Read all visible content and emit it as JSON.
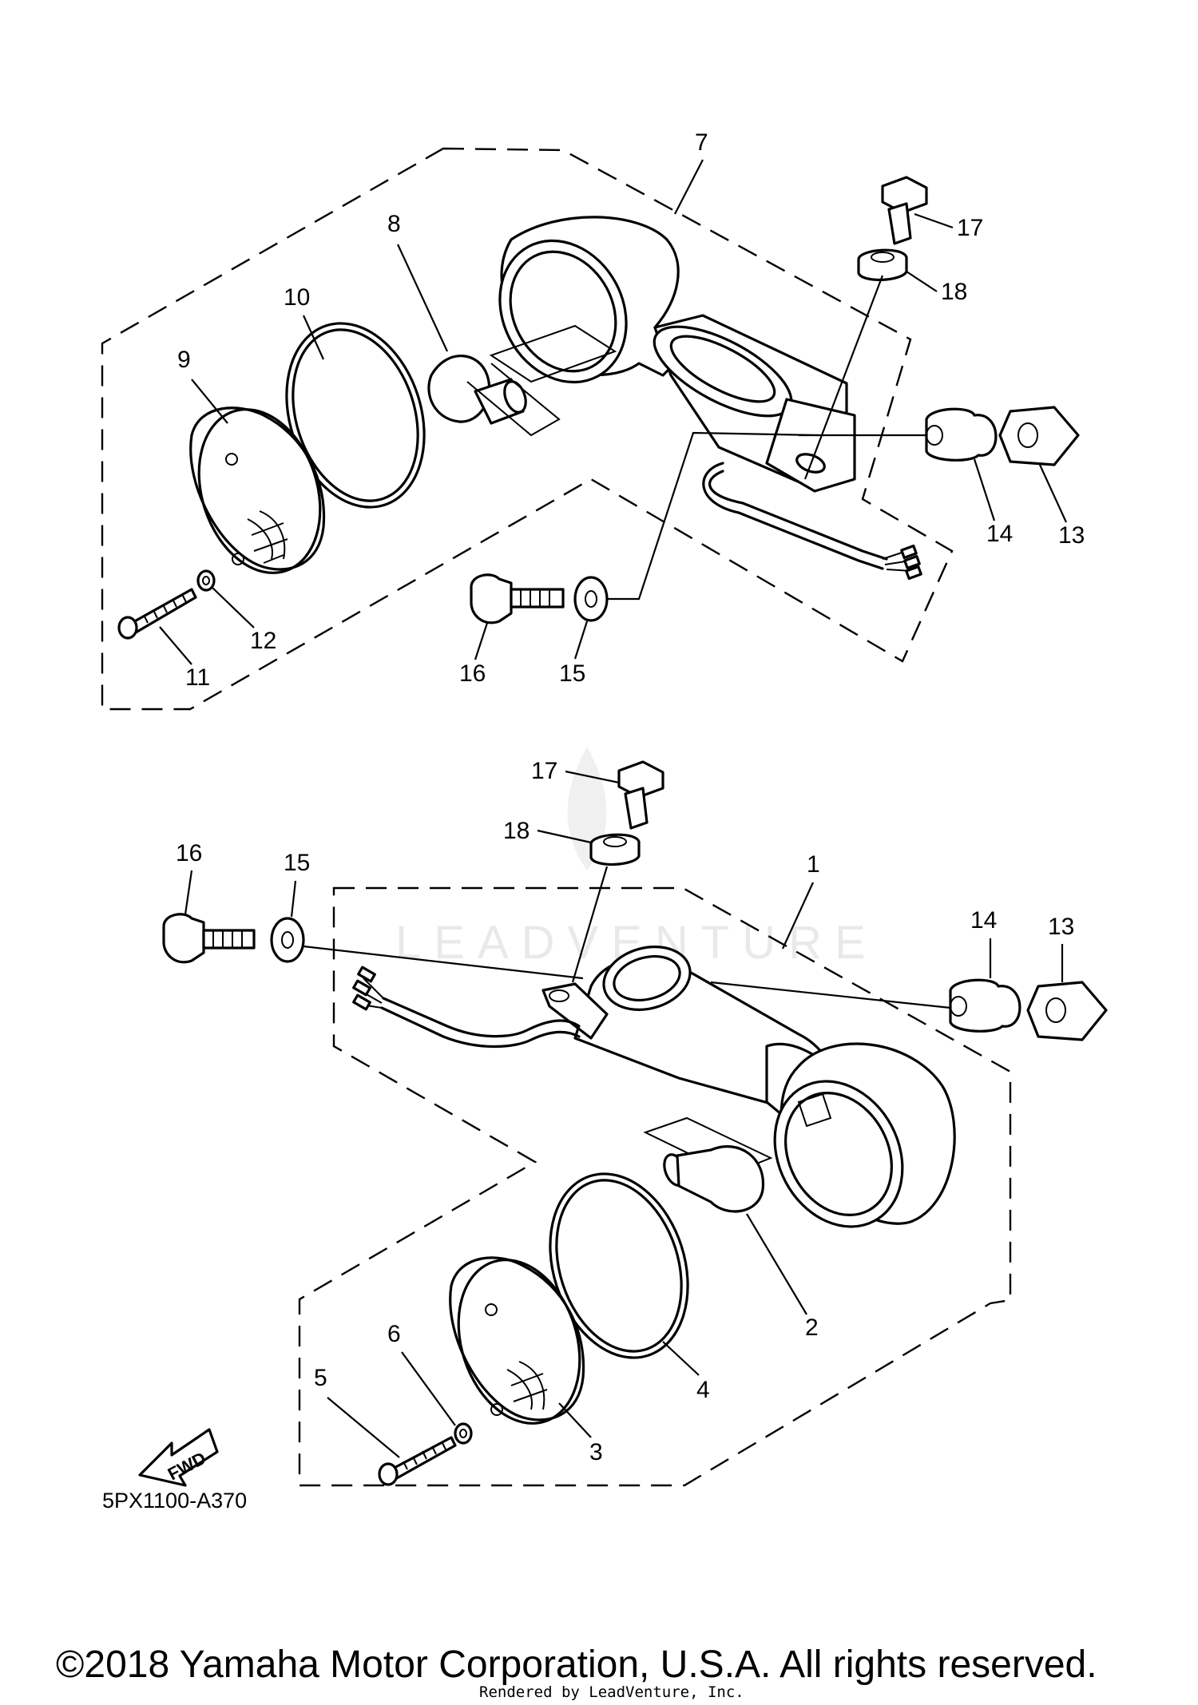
{
  "diagram": {
    "upper_assembly": {
      "callouts": [
        "7",
        "8",
        "9",
        "10",
        "11",
        "12",
        "13",
        "14",
        "15",
        "16",
        "17",
        "18"
      ]
    },
    "lower_assembly": {
      "callouts": [
        "1",
        "2",
        "3",
        "4",
        "5",
        "6",
        "13",
        "14",
        "15",
        "16",
        "17",
        "18"
      ]
    },
    "forward_arrow_label": "FWD",
    "diagram_code": "5PX1100-A370",
    "watermark": "LEADVENTURE",
    "copyright": "©2018 Yamaha Motor Corporation, U.S.A. All rights reserved.",
    "rendered_by": "Rendered by LeadVenture, Inc."
  }
}
